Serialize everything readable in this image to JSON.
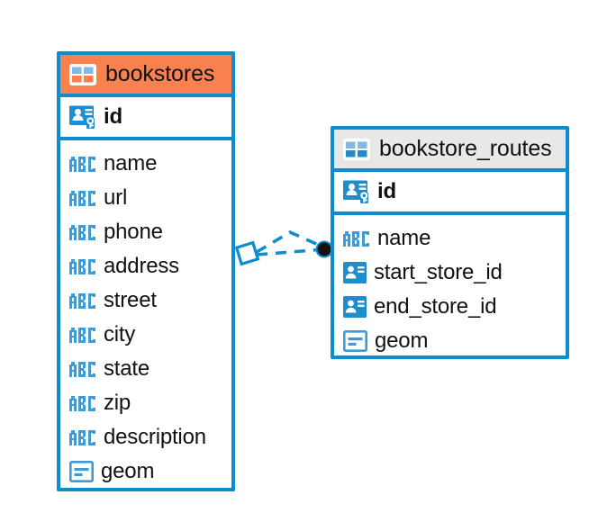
{
  "diagram": {
    "type": "entity-relationship-diagram",
    "background_color": "#ffffff",
    "accent_blue": "#0d8cce",
    "accent_orange": "#f9814f",
    "header_grey": "#e8e8e8",
    "text_color": "#111111"
  },
  "entities": [
    {
      "name": "bookstores",
      "header_color": "#f9814f",
      "primary_key": {
        "label": "id",
        "icon": "primary-key-icon"
      },
      "fields": [
        {
          "label": "name",
          "icon": "abc-text-icon"
        },
        {
          "label": "url",
          "icon": "abc-text-icon"
        },
        {
          "label": "phone",
          "icon": "abc-text-icon"
        },
        {
          "label": "address",
          "icon": "abc-text-icon"
        },
        {
          "label": "street",
          "icon": "abc-text-icon"
        },
        {
          "label": "city",
          "icon": "abc-text-icon"
        },
        {
          "label": "state",
          "icon": "abc-text-icon"
        },
        {
          "label": "zip",
          "icon": "abc-text-icon"
        },
        {
          "label": "description",
          "icon": "abc-text-icon"
        },
        {
          "label": "geom",
          "icon": "geometry-icon"
        }
      ]
    },
    {
      "name": "bookstore_routes",
      "header_color": "#e8e8e8",
      "primary_key": {
        "label": "id",
        "icon": "primary-key-icon"
      },
      "fields": [
        {
          "label": "name",
          "icon": "abc-text-icon"
        },
        {
          "label": "start_store_id",
          "icon": "foreign-key-icon"
        },
        {
          "label": "end_store_id",
          "icon": "foreign-key-icon"
        },
        {
          "label": "geom",
          "icon": "geometry-icon"
        }
      ]
    }
  ],
  "relationship": {
    "style": "dashed",
    "color": "#0d8cce",
    "source_marker": "diamond-outline",
    "target_marker": "filled-circle",
    "target_marker_color": "#131313"
  }
}
